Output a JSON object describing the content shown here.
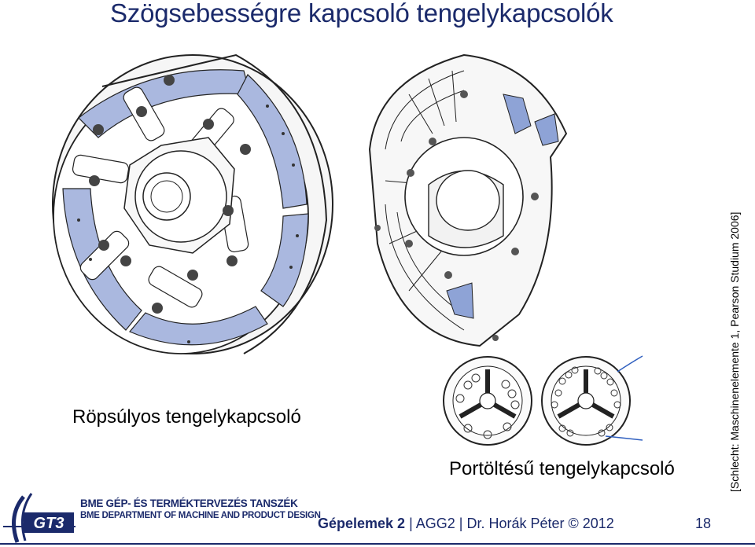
{
  "title": "Szögsebességre kapcsoló tengelykapcsolók",
  "captions": {
    "left": "Röpsúlyos tengelykapcsoló",
    "right": "Portöltésű tengelykapcsoló"
  },
  "citation": "[Schlecht: Maschinenelemente 1, Pearson Studium 2006]",
  "footer": {
    "logo_text": "GT3",
    "department_hu": "BME GÉP- ÉS TERMÉKTERVEZÉS TANSZÉK",
    "department_en": "BME DEPARTMENT OF MACHINE AND PRODUCT DESIGN",
    "course_bold": "Gépelemek 2",
    "course_rest": " | AGG2  | Dr. Horák Péter © 2012",
    "page_number": "18"
  },
  "colors": {
    "title": "#1b2a6b",
    "highlight_blue": "#aab8df",
    "accent_blue": "#2f5fbf",
    "footer_navy": "#1b2a6b"
  }
}
